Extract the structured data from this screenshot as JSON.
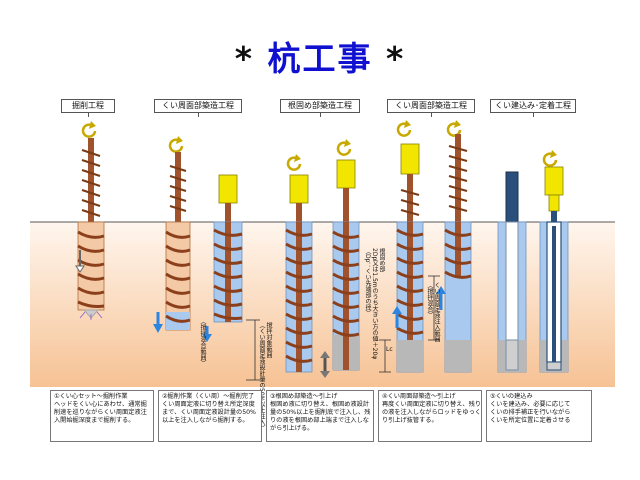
{
  "title": "杭工事",
  "title_mark": "*",
  "stages": [
    {
      "label": "掘削工程"
    },
    {
      "label": "くい周面部築造工程"
    },
    {
      "label": "根固め部築造工程"
    },
    {
      "label": "くい周面部築造工程"
    },
    {
      "label": "くい建込み･定着工程"
    }
  ],
  "notes": [
    "①くい心セット～掘削作業\nヘッドをくい心にあわせ、通常掘\n削速を巡りながらくい周面定液注\n入開始掘深度まで掘削する。",
    "②掘削作業（くい周）～掘削完了\nくい周面定液に切り替え所定深度\nまで、くい周面定液設計量の50%\n以上を注入しながら掘削する。",
    "③根固め部築造～引上げ\n根固め液に切り替え、根固め液設計\n量の50%以上を掘削底で注入し、残\nりの液を根固め部上端まで注入しな\nがら引上げる。",
    "④くい周面部築造～引上げ\n再度くい周面定液に切り替え、残り\nの液を注入しながらロッドをゆっく\nり引上げ抜管する。",
    "⑤くいの建込み\nくいを建込み、必要に応じて\nくいの排手補正を行いながら\nくいを所定位置に定着させる"
  ],
  "annotations": {
    "mix_range": "（撹拌混合範囲）",
    "stir_range": "撹拌対象範囲\n（くい周面定液設計量の50%以上注入）",
    "root_length": "根固め部\n2Dp又は1.5mのうち大きい方の値＋20φ\n（Dp：くい先端部の径）",
    "lc": "Lc",
    "mix_range_4": "くい周面定液注入範囲\n（撹拌混合）"
  },
  "colors": {
    "title": "#1010d0",
    "soil_top": "#fdf0e4",
    "soil_bottom": "#f6c49a",
    "augur": "#a0522d",
    "motor": "#f2e600",
    "slurry": "#a9c9ee",
    "grout": "#b8b8b8",
    "arrow_blue": "#2c86e0"
  }
}
